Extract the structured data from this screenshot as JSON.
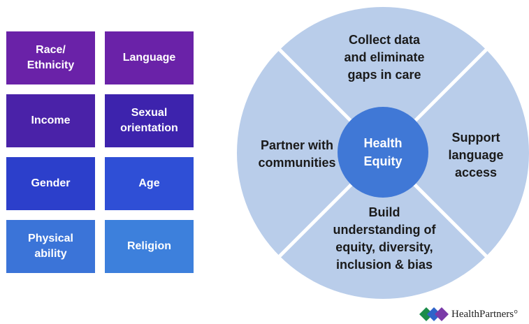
{
  "tiles": [
    {
      "label": "Race/\nEthnicity",
      "color": "#6a22a8"
    },
    {
      "label": "Language",
      "color": "#6a22a8"
    },
    {
      "label": "Income",
      "color": "#4a22a8"
    },
    {
      "label": "Sexual\norientation",
      "color": "#3d23ad"
    },
    {
      "label": "Gender",
      "color": "#2c3fcb"
    },
    {
      "label": "Age",
      "color": "#2f4fd6"
    },
    {
      "label": "Physical\nability",
      "color": "#3b74d8"
    },
    {
      "label": "Religion",
      "color": "#3d80dc"
    }
  ],
  "wheel": {
    "center": "Health\nEquity",
    "segments": {
      "top": "Collect data\nand eliminate\ngaps in care",
      "right": "Support\nlanguage\naccess",
      "bottom": "Build\nunderstanding of\nequity, diversity,\ninclusion & bias",
      "left": "Partner with\ncommunities"
    },
    "colors": {
      "segment": "#b9cdea",
      "center": "#4078d6",
      "divider": "#ffffff"
    }
  },
  "logo": {
    "text": "HealthPartners°",
    "colors": [
      "#1b8c4a",
      "#2f63c9",
      "#7a3aa8"
    ]
  }
}
